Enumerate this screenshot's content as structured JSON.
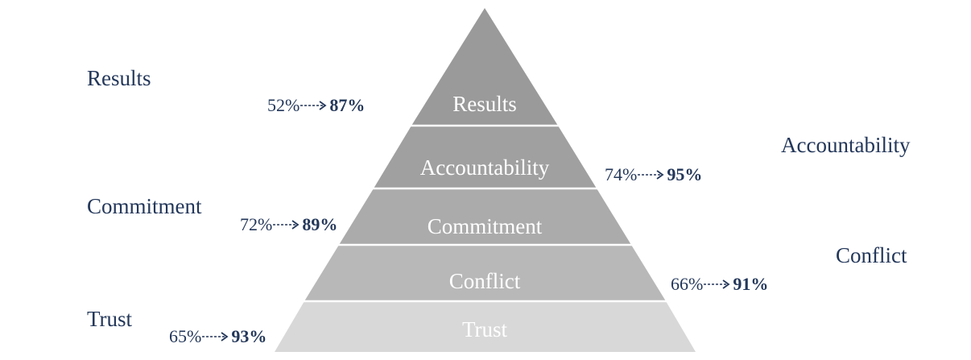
{
  "pyramid": {
    "tiers": [
      {
        "label": "Results",
        "color": "#9a9a9a"
      },
      {
        "label": "Accountability",
        "color": "#a0a0a0"
      },
      {
        "label": "Commitment",
        "color": "#ababab"
      },
      {
        "label": "Conflict",
        "color": "#b8b8b8"
      },
      {
        "label": "Trust",
        "color": "#d8d8d8"
      }
    ]
  },
  "side_labels": {
    "results": "Results",
    "accountability": "Accountability",
    "commitment": "Commitment",
    "conflict": "Conflict",
    "trust": "Trust"
  },
  "metrics": {
    "results": {
      "before": "52%",
      "after": "87%"
    },
    "accountability": {
      "before": "74%",
      "after": "95%"
    },
    "commitment": {
      "before": "72%",
      "after": "89%"
    },
    "conflict": {
      "before": "66%",
      "after": "91%"
    },
    "trust": {
      "before": "65%",
      "after": "93%"
    }
  },
  "colors": {
    "text": "#23375a",
    "separator": "#ffffff"
  }
}
